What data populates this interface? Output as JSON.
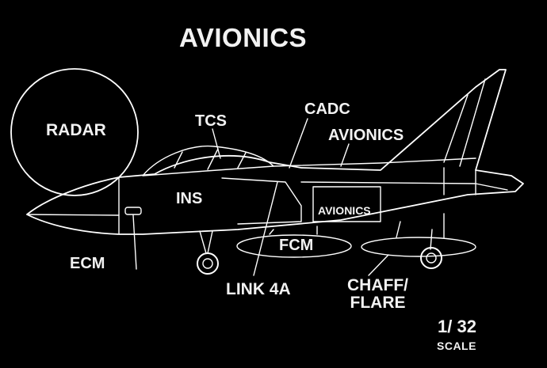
{
  "title": "AVIONICS",
  "labels": {
    "radar": "RADAR",
    "tcs": "TCS",
    "cadc": "CADC",
    "avionics_upper": "AVIONICS",
    "ins": "INS",
    "avionics_lower": "AVIONICS",
    "fcm": "FCM",
    "ecm": "ECM",
    "link4a": "LINK 4A",
    "chaff_line1": "CHAFF/",
    "chaff_line2": "FLARE"
  },
  "scale": {
    "ratio": "1/ 32",
    "label": "SCALE"
  },
  "colors": {
    "background": "#000000",
    "line": "#ffffff"
  }
}
